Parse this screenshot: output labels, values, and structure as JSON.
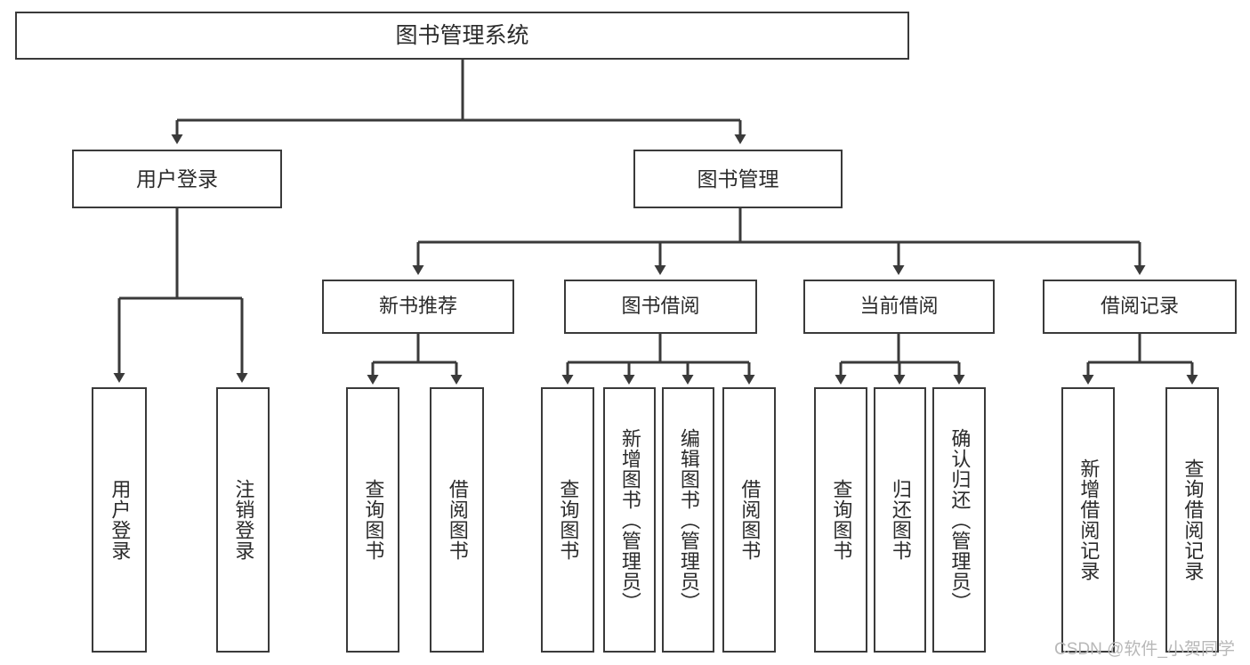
{
  "diagram": {
    "title": "图书管理系统",
    "type": "hierarchy-tree",
    "root": {
      "label": "图书管理系统"
    },
    "level2": [
      {
        "label": "用户登录"
      },
      {
        "label": "图书管理"
      }
    ],
    "level3": [
      {
        "label": "新书推荐"
      },
      {
        "label": "图书借阅"
      },
      {
        "label": "当前借阅"
      },
      {
        "label": "借阅记录"
      }
    ],
    "leaves": {
      "user_login": [
        {
          "label": "用户登录"
        },
        {
          "label": "注销登录"
        }
      ],
      "new_book_recommend": [
        {
          "label": "查询图书"
        },
        {
          "label": "借阅图书"
        }
      ],
      "book_borrow": [
        {
          "label": "查询图书"
        },
        {
          "label": "新增图书（管理员）"
        },
        {
          "label": "编辑图书（管理员）"
        },
        {
          "label": "借阅图书"
        }
      ],
      "current_borrow": [
        {
          "label": "查询图书"
        },
        {
          "label": "归还图书"
        },
        {
          "label": "确认归还（管理员）"
        }
      ],
      "borrow_record": [
        {
          "label": "新增借阅记录"
        },
        {
          "label": "查询借阅记录"
        }
      ]
    }
  },
  "watermark": {
    "text": "CSDN @软件_小贺同学"
  },
  "colors": {
    "stroke": "#3a3a3a",
    "box_fill": "#ffffff",
    "text": "#2b2b2b",
    "watermark": "#b8b8b8",
    "background": "#ffffff"
  }
}
